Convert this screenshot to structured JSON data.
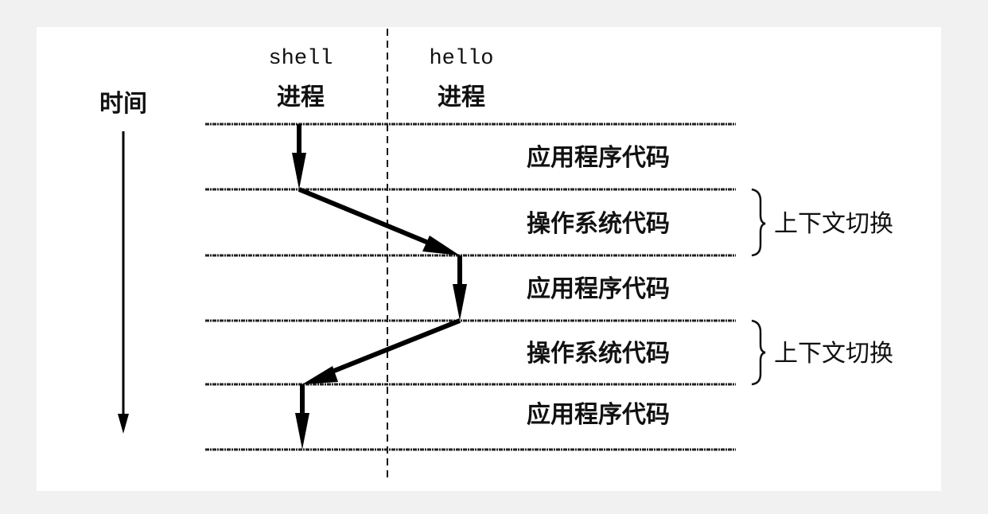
{
  "time_label": "时间",
  "processes": [
    {
      "name": "shell",
      "label": "进程"
    },
    {
      "name": "hello",
      "label": "进程"
    }
  ],
  "rows": [
    {
      "label": "应用程序代码"
    },
    {
      "label": "操作系统代码"
    },
    {
      "label": "应用程序代码"
    },
    {
      "label": "操作系统代码"
    },
    {
      "label": "应用程序代码"
    }
  ],
  "context_switches": [
    {
      "label": "上下文切换"
    },
    {
      "label": "上下文切换"
    }
  ]
}
